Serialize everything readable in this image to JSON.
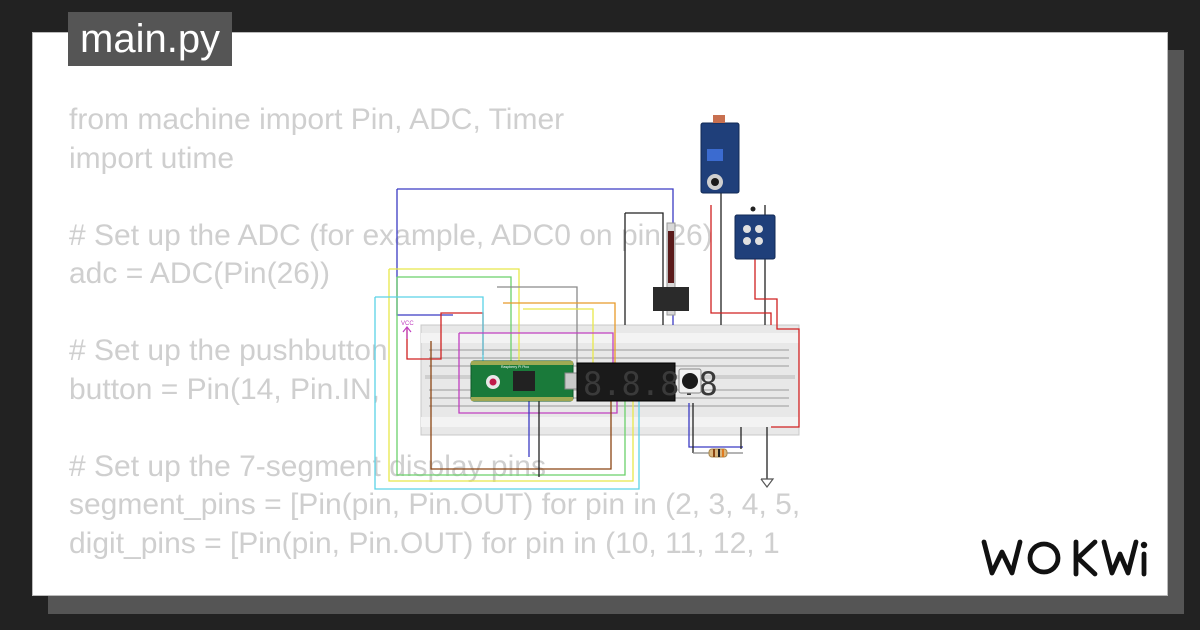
{
  "file_tab": {
    "label": "main.py"
  },
  "code_lines": [
    "from machine import Pin, ADC, Timer",
    "import utime",
    "",
    "# Set up the ADC (for example, ADC0 on pin 26)",
    "adc = ADC(Pin(26))",
    "",
    "# Set up the pushbutton",
    "button = Pin(14, Pin.IN, ",
    "",
    "# Set up the 7-segment display pins",
    "segment_pins = [Pin(pin, Pin.OUT) for pin in (2, 3, 4, 5,",
    "digit_pins = [Pin(pin, Pin.OUT) for pin in (10, 11, 12, 1"
  ],
  "circuit": {
    "vcc_label": "VCC",
    "pico_label": "Raspberry Pi Pico",
    "display_digits": "8.8.8.8"
  },
  "brand": {
    "logo": "WOKWi"
  },
  "colors": {
    "background": "#222222",
    "card": "#ffffff",
    "tab": "#555555",
    "code_text": "#cfcfcf",
    "pico_green": "#1a7a3a",
    "sensor_blue": "#1f3f7a"
  }
}
